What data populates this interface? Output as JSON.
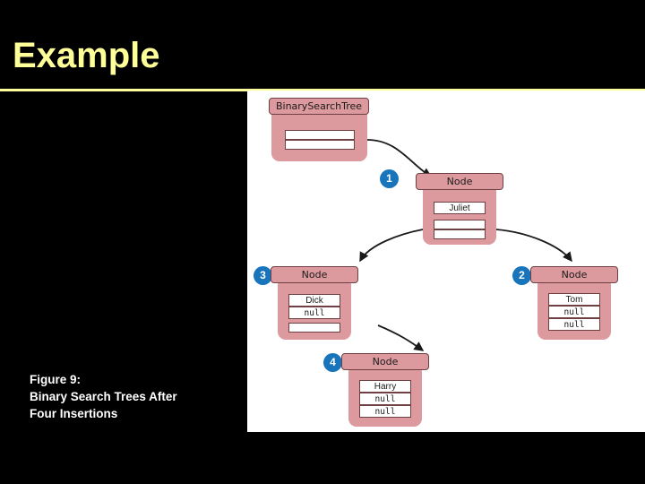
{
  "slide": {
    "title": "Example",
    "caption_lines": [
      "Figure 9:",
      "Binary Search Trees After",
      "Four Insertions"
    ],
    "colors": {
      "background": "#000000",
      "title": "#ffff99",
      "caption": "#ffffff",
      "panel": "#ffffff",
      "object_fill": "#dd9a9e",
      "object_border": "#6f4043",
      "badge": "#1874bb"
    }
  },
  "figure": {
    "objects": [
      {
        "id": "bst",
        "title": "BinarySearchTree",
        "fields": [
          "",
          ""
        ]
      },
      {
        "id": "root",
        "title": "Node",
        "fields": [
          "Juliet",
          "",
          ""
        ]
      },
      {
        "id": "left",
        "title": "Node",
        "fields": [
          "Dick",
          "null",
          ""
        ]
      },
      {
        "id": "right",
        "title": "Node",
        "fields": [
          "Tom",
          "null",
          "null"
        ]
      },
      {
        "id": "leaf",
        "title": "Node",
        "fields": [
          "Harry",
          "null",
          "null"
        ]
      }
    ],
    "badges": [
      "1",
      "2",
      "3",
      "4"
    ]
  }
}
